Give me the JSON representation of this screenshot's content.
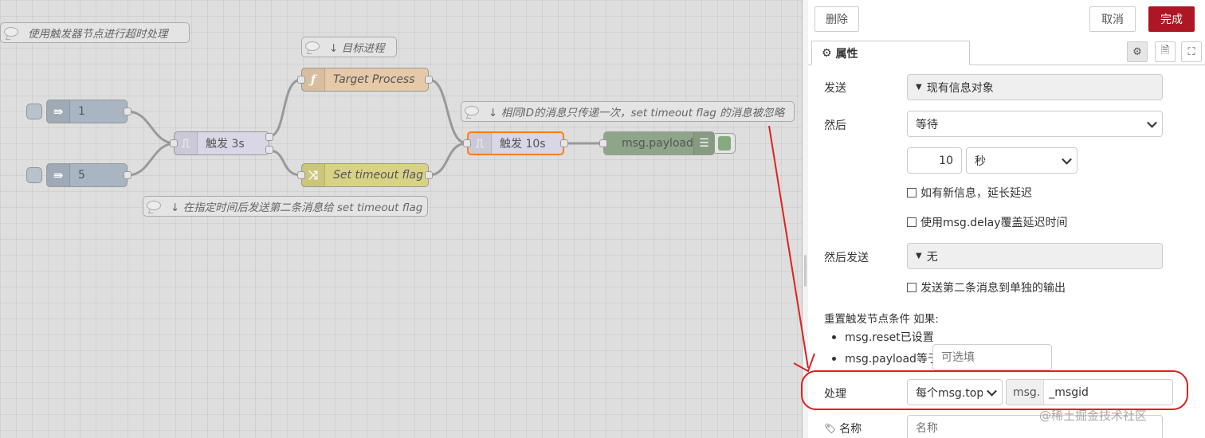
{
  "flow": {
    "comments": {
      "main": "使用触发器节点进行超时处理",
      "target": "↓ 目标进程",
      "same_id": "↓ 相同ID的消息只传递一次，set timeout flag 的消息被忽略",
      "send_second": "↓ 在指定时间后发送第二条消息给 set timeout flag"
    },
    "nodes": {
      "inject1": "1",
      "inject5": "5",
      "trigger3": "触发 3s",
      "function": "Target Process",
      "change": "Set timeout flag",
      "trigger10": "触发 10s",
      "debug": "msg.payload"
    },
    "colors": {
      "inject": "#a6bbcf",
      "trigger": "#e6e0f8",
      "function": "#fdd0a2",
      "change": "#e2d96e",
      "debug": "#87a980",
      "selected": "#ff7f0e"
    }
  },
  "panel": {
    "delete": "删除",
    "cancel": "取消",
    "done": "完成",
    "tab_properties": "属性",
    "send_label": "发送",
    "send_value": "现有信息对象",
    "then_label": "然后",
    "then_value": "等待",
    "duration": "10",
    "unit": "秒",
    "extend_delay": "如有新信息，延长延迟",
    "override_delay": "使用msg.delay覆盖延迟时间",
    "then_send_label": "然后发送",
    "then_send_value": "无",
    "second_output": "发送第二条消息到单独的输出",
    "reset_label": "重置触发节点条件 如果:",
    "reset_item1": "msg.reset已设置",
    "reset_item2": "msg.payload等于",
    "payload_placeholder": "可选填",
    "handle_label": "处理",
    "handle_value": "每个msg.topic",
    "msg_prefix": "msg.",
    "msg_value": "_msgid",
    "name_label": "名称",
    "name_placeholder": "名称"
  },
  "watermark": "@稀土掘金技术社区"
}
